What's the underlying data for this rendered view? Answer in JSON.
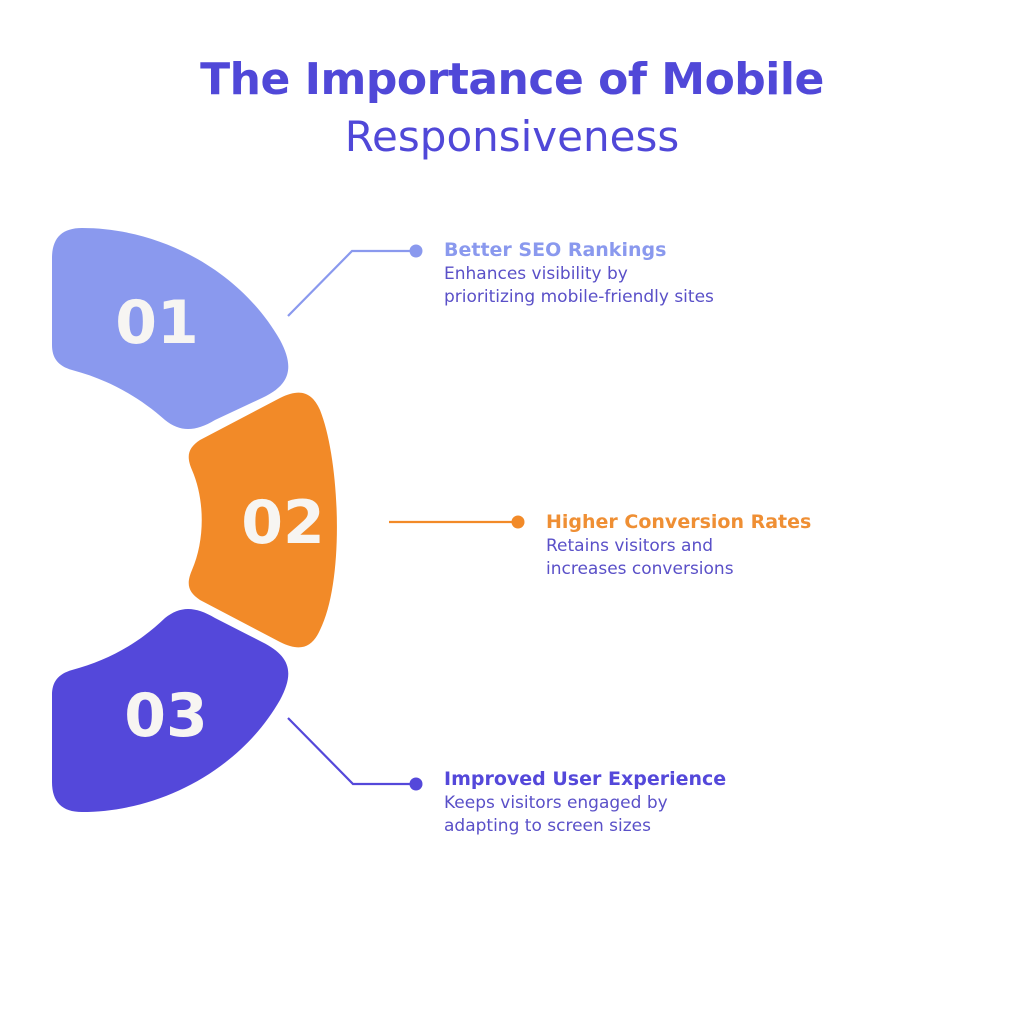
{
  "title": {
    "line1": "The Importance of Mobile",
    "line2": "Responsiveness",
    "color": "#5048d8"
  },
  "items": [
    {
      "number": "01",
      "heading": "Better SEO Rankings",
      "description": "Enhances visibility by prioritizing mobile-friendly sites",
      "color": "#8a99ee",
      "heading_color": "#8a99ee"
    },
    {
      "number": "02",
      "heading": "Higher Conversion Rates",
      "description": "Retains visitors and increases conversions",
      "color": "#f28a28",
      "heading_color": "#ef8f34"
    },
    {
      "number": "03",
      "heading": "Improved User Experience",
      "description": "Keeps visitors engaged by adapting to screen sizes",
      "color": "#5448da",
      "heading_color": "#5448da"
    }
  ],
  "description_color": "#5a50c8"
}
